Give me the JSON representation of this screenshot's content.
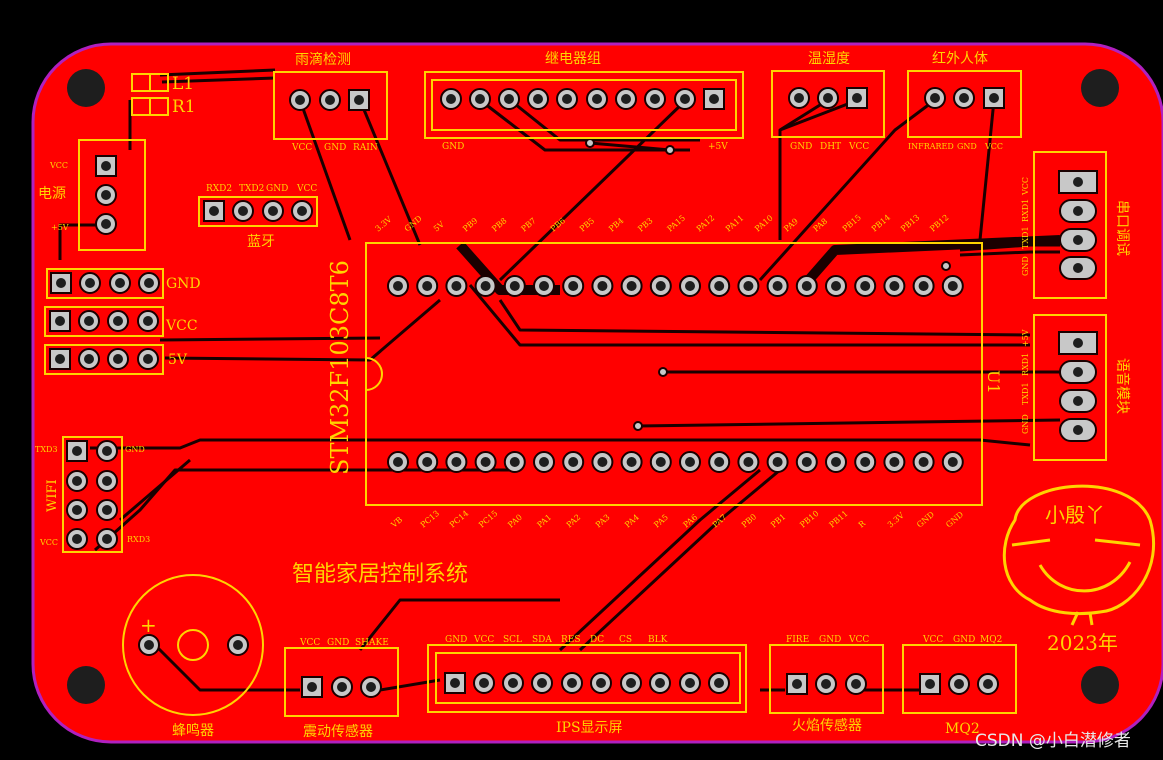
{
  "board": {
    "title": "智能家居控制系统",
    "logo_text": "小殷丫",
    "year": "2023年",
    "mcu": {
      "part": "STM32F103C8T6",
      "ref": "U1"
    },
    "colors": {
      "background": "#000000",
      "copper": "#ff0000",
      "silkscreen": "#ffd400",
      "outline": "#b020c0",
      "pad": "#c8c8c8",
      "hole": "#1e1e1e"
    }
  },
  "mcu_top_pins": [
    "3.3V",
    "GND",
    "5V",
    "PB9",
    "PB8",
    "PB7",
    "PB6",
    "PB5",
    "PB4",
    "PB3",
    "PA15",
    "PA12",
    "PA11",
    "PA10",
    "PA9",
    "PA8",
    "PB15",
    "PB14",
    "PB13",
    "PB12"
  ],
  "mcu_bottom_pins": [
    "VB",
    "PC13",
    "PC14",
    "PC15",
    "PA0",
    "PA1",
    "PA2",
    "PA3",
    "PA4",
    "PA5",
    "PA6",
    "PA7",
    "PB0",
    "PB1",
    "PB10",
    "PB11",
    "R",
    "3.3V",
    "GND",
    "GND"
  ],
  "components": {
    "L1": "L1",
    "R1": "R1",
    "rain": {
      "title": "雨滴检测",
      "pins": [
        "VCC",
        "GND",
        "RAIN"
      ]
    },
    "relay": {
      "title": "继电器组",
      "left": "GND",
      "right": "+5V"
    },
    "dht": {
      "title": "温湿度",
      "pins": [
        "GND",
        "DHT",
        "VCC"
      ]
    },
    "infrared": {
      "title": "红外人体",
      "pins": [
        "INFRARED",
        "GND",
        "VCC"
      ]
    },
    "power": {
      "title": "电源",
      "top": "VCC",
      "bottom": "+5V"
    },
    "bluetooth": {
      "title": "蓝牙",
      "pins": [
        "RXD2",
        "TXD2",
        "GND",
        "VCC"
      ]
    },
    "rail_gnd": "GND",
    "rail_vcc": "VCC",
    "rail_5v": "5V",
    "wifi": {
      "title": "WIFI",
      "tl": "TXD3",
      "tr": "GND",
      "bl": "VCC",
      "br": "RXD3"
    },
    "serial_debug": {
      "title": "串口调试",
      "pins": [
        "GND",
        "TXD1",
        "RXD1",
        "VCC"
      ]
    },
    "voice": {
      "title": "语音模块",
      "pins": [
        "GND",
        "TXD1",
        "RXD1",
        "+5V"
      ]
    },
    "buzzer": {
      "title": "蜂鸣器",
      "plus": "+"
    },
    "shake": {
      "title": "震动传感器",
      "pins": [
        "VCC",
        "GND",
        "SHAKE"
      ]
    },
    "ips": {
      "title": "IPS显示屏",
      "pins": [
        "GND",
        "VCC",
        "SCL",
        "SDA",
        "RES",
        "DC",
        "CS",
        "BLK"
      ]
    },
    "fire": {
      "title": "火焰传感器",
      "pins": [
        "FIRE",
        "GND",
        "VCC"
      ]
    },
    "mq2": {
      "title": "MQ2",
      "pins": [
        "VCC",
        "GND",
        "MQ2"
      ]
    }
  },
  "watermark": "CSDN @小白潜修者"
}
